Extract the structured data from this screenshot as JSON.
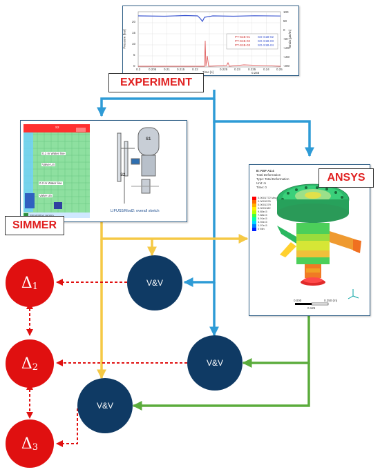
{
  "labels": {
    "experiment": "EXPERIMENT",
    "simmer": "SIMMER",
    "ansys": "ANSYS"
  },
  "vv_nodes": [
    "V&V",
    "V&V",
    "V&V"
  ],
  "deltas": [
    {
      "symbol": "Δ",
      "index": "1"
    },
    {
      "symbol": "Δ",
      "index": "2"
    },
    {
      "symbol": "Δ",
      "index": "3"
    }
  ],
  "experiment_chart": {
    "ylabel_left": "Pressure [bar]",
    "ylabel_right": "Strain [µm/m]",
    "xlabel": "Time [s]",
    "xticks": [
      "0.2",
      "0.205",
      "0.21",
      "0.215",
      "0.22",
      "0.225",
      "0.23",
      "0.235",
      "0.24",
      "0.245",
      "0.25"
    ],
    "yticks_left": [
      "0",
      "5",
      "10",
      "15",
      "20"
    ],
    "yticks_right": [
      "100",
      "50",
      "0",
      "-50",
      "-100",
      "-150",
      "-200"
    ],
    "legend": [
      "PT-S1B-01",
      "PT-S1B-02",
      "PT-S1B-03",
      "SG-S1B-02",
      "SG-S1B-03",
      "SG-S1B-04"
    ]
  },
  "simmer_figure": {
    "cover_label": "S2",
    "layer_labels": [
      "0.1 m Water line",
      "Valve U4",
      "0.2 m Water line",
      "Valve U5"
    ],
    "s1_label": "S1",
    "s2_label": "S2",
    "caption": "LIFUS5/Mod2: overall sketch",
    "legend_note": "Simulation region"
  },
  "ansys_figure": {
    "title_lines": [
      "B: RSF A2.4",
      "Total Deformation",
      "Type: Total Deformation",
      "Unit: m",
      "Time: 0"
    ],
    "scale_labels": [
      "0.000",
      "0.250 (m)"
    ],
    "scale_mid": "0.125",
    "legend_values": [
      "0.0001772 Max",
      "0.0001576",
      "0.0001379",
      "0.0001182",
      "9.85e-5",
      "7.88e-5",
      "5.91e-5",
      "3.94e-5",
      "1.97e-5",
      "0 Min"
    ]
  },
  "colors": {
    "blue_arrow": "#2e9bd6",
    "yellow_arrow": "#f5c945",
    "green_arrow": "#5bac3c",
    "red_dash": "#e01010",
    "vv_fill": "#0f3a64",
    "delta_fill": "#e01010",
    "label_red": "#e02020"
  }
}
